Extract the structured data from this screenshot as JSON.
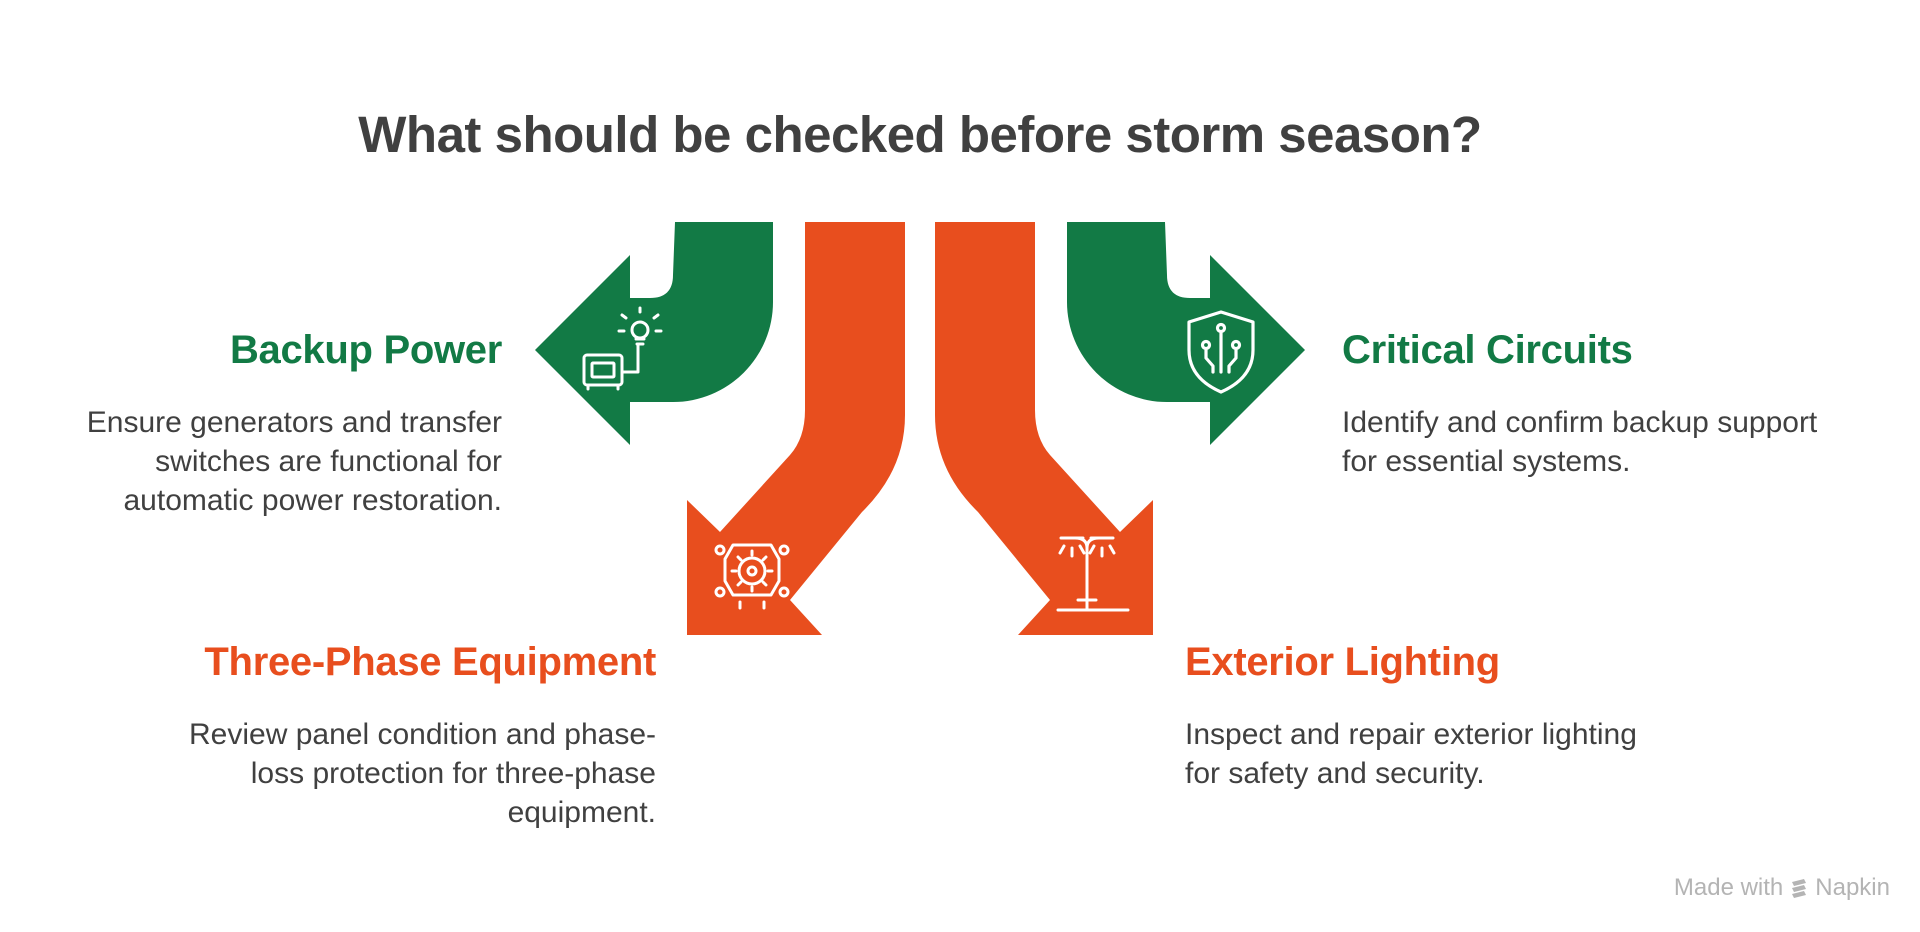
{
  "title": "What should be checked before storm season?",
  "colors": {
    "green": "#127a45",
    "orange": "#e84e1e",
    "text": "#404040",
    "muted": "#b4b4b4"
  },
  "items": [
    {
      "heading": "Backup Power",
      "description": [
        "Ensure generators and transfer",
        "switches are functional for",
        "automatic power restoration."
      ],
      "icon": "generator-lightbulb-icon",
      "color": "green"
    },
    {
      "heading": "Critical Circuits",
      "description": [
        "Identify and confirm backup support",
        "for essential systems."
      ],
      "icon": "circuit-shield-icon",
      "color": "green"
    },
    {
      "heading": "Three-Phase Equipment",
      "description": [
        "Review panel condition and phase-",
        "loss protection for three-phase",
        "equipment."
      ],
      "icon": "motor-gear-icon",
      "color": "orange"
    },
    {
      "heading": "Exterior Lighting",
      "description": [
        "Inspect and repair exterior lighting",
        "for safety and security."
      ],
      "icon": "street-lamp-icon",
      "color": "orange"
    }
  ],
  "watermark": {
    "prefix": "Made with",
    "brand": "Napkin"
  }
}
